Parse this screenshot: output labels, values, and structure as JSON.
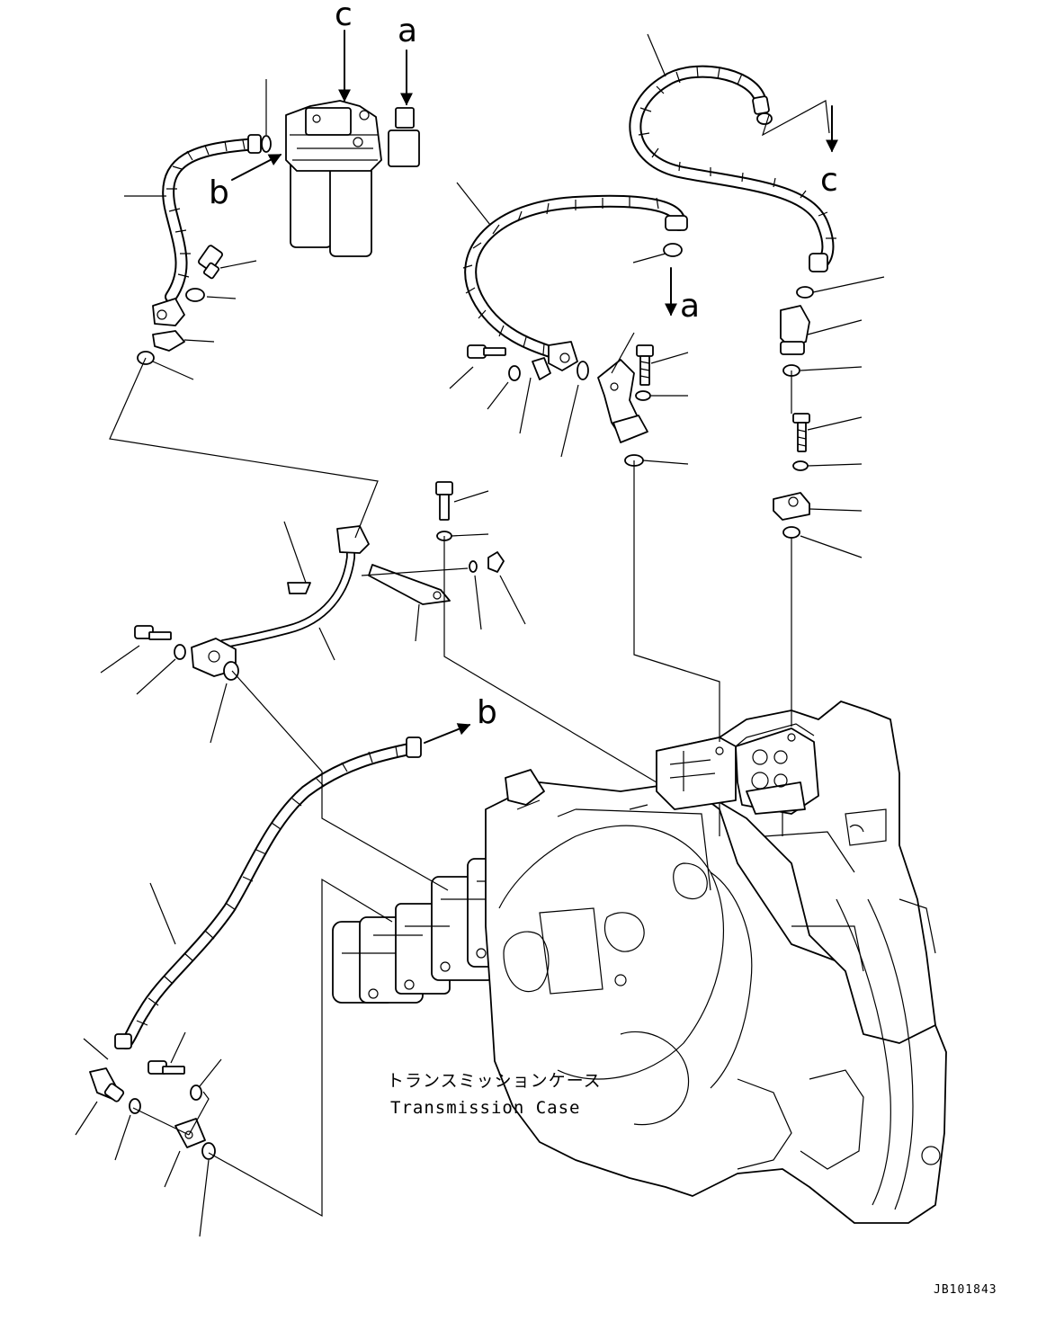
{
  "labels": {
    "letter_a": "a",
    "letter_b": "b",
    "letter_c": "c"
  },
  "caption": {
    "japanese": "トランスミッションケース",
    "english": "Transmission Case"
  },
  "drawing_number": "JB101843"
}
